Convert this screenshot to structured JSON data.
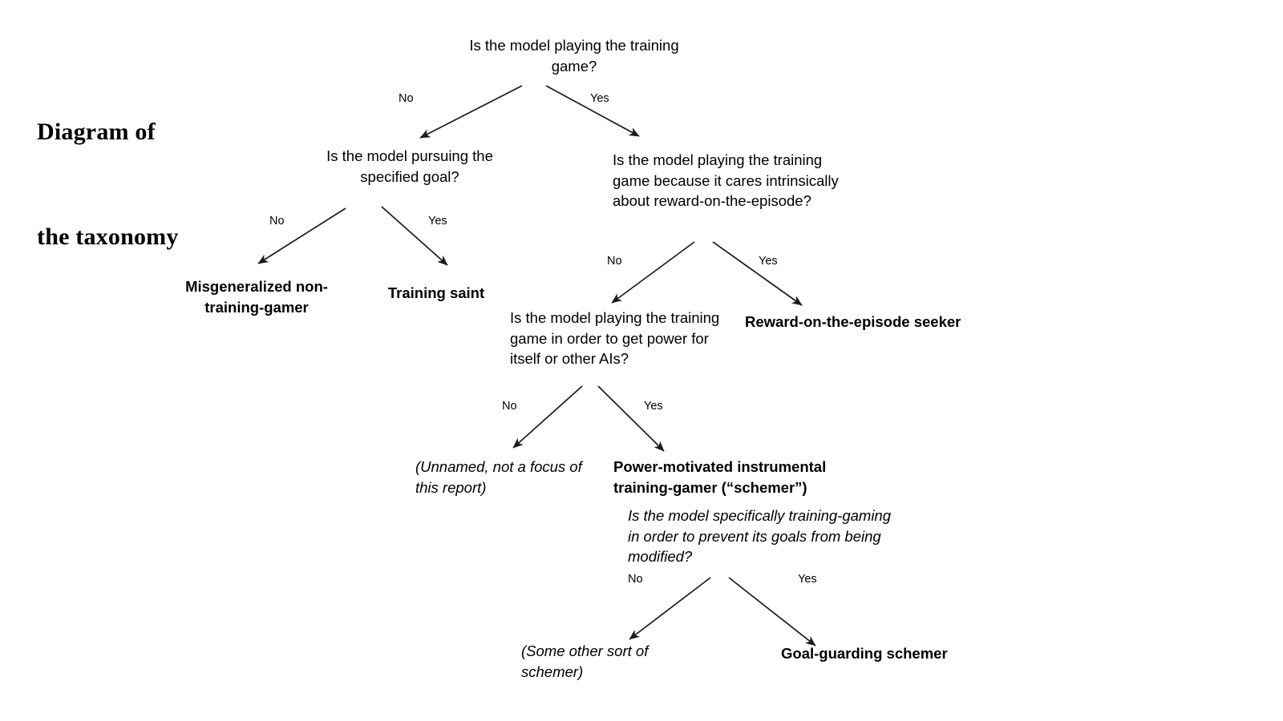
{
  "title": {
    "line1": "Diagram of",
    "line2": "the taxonomy",
    "full": "Diagram of the taxonomy"
  },
  "diagram": {
    "type": "decision-tree",
    "nodes": [
      {
        "id": "q-root",
        "kind": "question",
        "text": "Is the model playing the training game?"
      },
      {
        "id": "q-specified-goal",
        "kind": "question",
        "text": "Is the model pursuing the specified goal?"
      },
      {
        "id": "q-cares-intrinsically",
        "kind": "question",
        "text": "Is the model playing the training game because it cares intrinsically about reward-on-the-episode?"
      },
      {
        "id": "t-misgeneralized",
        "kind": "terminal",
        "text": "Misgeneralized non-training-gamer"
      },
      {
        "id": "t-training-saint",
        "kind": "terminal",
        "text": "Training saint"
      },
      {
        "id": "q-power-seeking",
        "kind": "question",
        "text": "Is the model playing the training game in order to get power for itself or other AIs?"
      },
      {
        "id": "t-reward-seeker",
        "kind": "terminal",
        "text": "Reward-on-the-episode seeker"
      },
      {
        "id": "t-unnamed",
        "kind": "italic-terminal",
        "text": "(Unnamed, not a focus of this report)"
      },
      {
        "id": "t-schemer",
        "kind": "terminal",
        "text": "Power-motivated instrumental training-gamer (“schemer”)"
      },
      {
        "id": "q-goal-modification",
        "kind": "italic-question",
        "text": "Is the model specifically training-gaming in order to prevent its goals from being modified?"
      },
      {
        "id": "t-other-schemer",
        "kind": "italic-terminal",
        "text": "(Some other sort of schemer)"
      },
      {
        "id": "t-goal-guarding",
        "kind": "terminal",
        "text": "Goal-guarding schemer"
      }
    ],
    "edges": [
      {
        "id": "e1",
        "from": "q-root",
        "to": "q-specified-goal",
        "label": "No"
      },
      {
        "id": "e2",
        "from": "q-root",
        "to": "q-cares-intrinsically",
        "label": "Yes"
      },
      {
        "id": "e3",
        "from": "q-specified-goal",
        "to": "t-misgeneralized",
        "label": "No"
      },
      {
        "id": "e4",
        "from": "q-specified-goal",
        "to": "t-training-saint",
        "label": "Yes"
      },
      {
        "id": "e5",
        "from": "q-cares-intrinsically",
        "to": "q-power-seeking",
        "label": "No"
      },
      {
        "id": "e6",
        "from": "q-cares-intrinsically",
        "to": "t-reward-seeker",
        "label": "Yes"
      },
      {
        "id": "e7",
        "from": "q-power-seeking",
        "to": "t-unnamed",
        "label": "No"
      },
      {
        "id": "e8",
        "from": "q-power-seeking",
        "to": "t-schemer",
        "label": "Yes"
      },
      {
        "id": "e9",
        "from": "q-goal-modification",
        "to": "t-other-schemer",
        "label": "No"
      },
      {
        "id": "e10",
        "from": "q-goal-modification",
        "to": "t-goal-guarding",
        "label": "Yes"
      }
    ],
    "colors": {
      "background": "#ffffff",
      "text": "#000000",
      "stroke": "#1a1a1a"
    }
  }
}
